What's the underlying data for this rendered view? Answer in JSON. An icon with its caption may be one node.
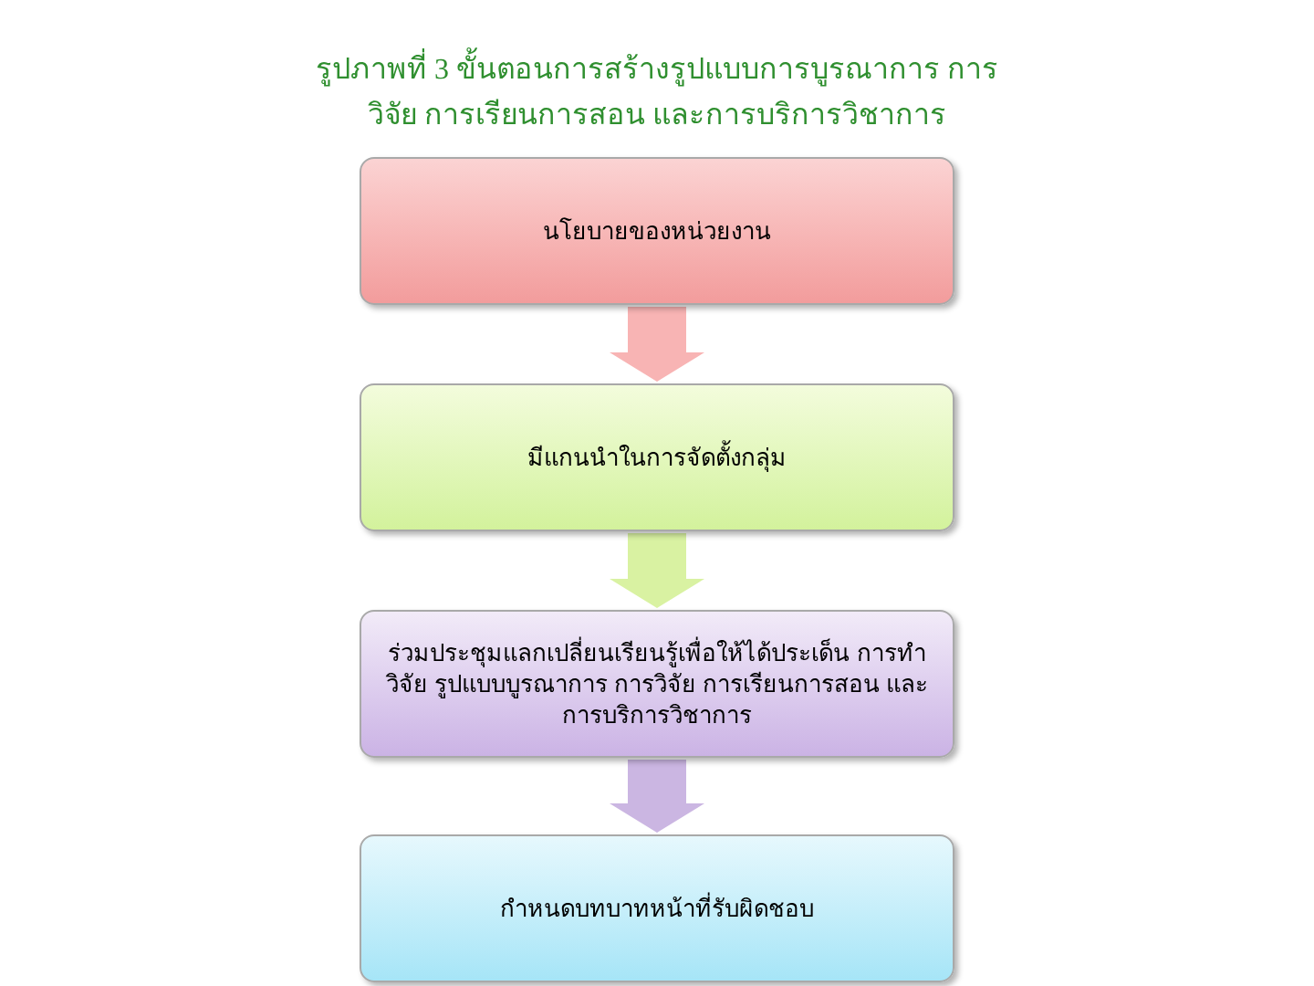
{
  "diagram": {
    "title": "รูปภาพที่ 3 ขั้นตอนการสร้างรูปแบบการบูรณาการ การวิจัย การเรียนการสอน และการบริการวิชาการ",
    "nodes": [
      {
        "text": [
          "นโยบายของหน่วยงาน"
        ]
      },
      {
        "text": [
          "มีแกนนำในการจัดตั้งกลุ่ม"
        ]
      },
      {
        "text": [
          "ร่วมประชุมแลกเปลี่ยนเรียนรู้เพื่อให้ได้ประเด็น การทำวิจัย รูปแบบบูรณาการ การวิจัย การเรียนการสอน และ การบริการวิชาการ"
        ]
      },
      {
        "text": [
          "กำหนดบทบาทหน้าที่รับผิดชอบ"
        ]
      }
    ],
    "edges": [
      {
        "from": 0,
        "to": 1,
        "arrow": "to",
        "color": "#f8b4b4"
      },
      {
        "from": 1,
        "to": 2,
        "arrow": "to",
        "color": "#d9f2a2"
      },
      {
        "from": 2,
        "to": 3,
        "arrow": "to",
        "color": "#cbb6e2"
      }
    ]
  }
}
